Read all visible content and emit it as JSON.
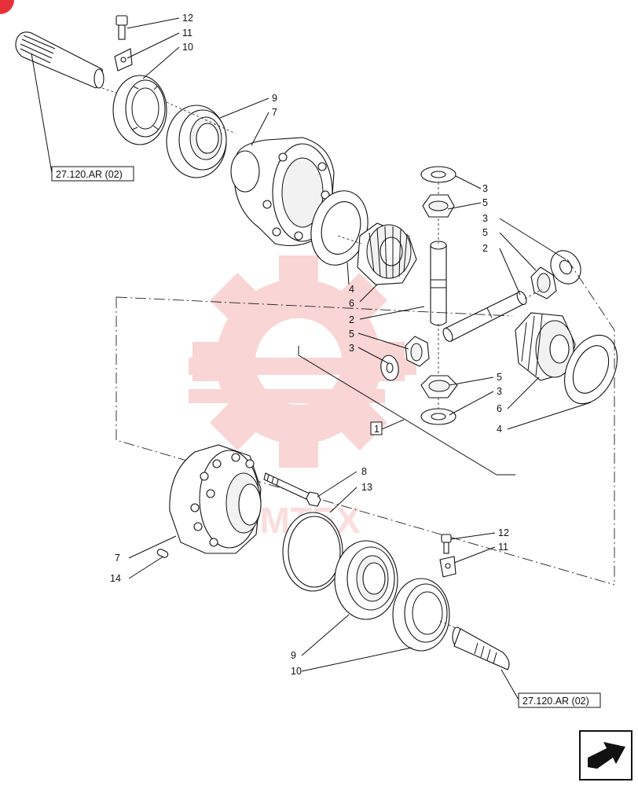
{
  "callouts": {
    "c12a": "12",
    "c11a": "11",
    "c10a": "10",
    "c9a": "9",
    "c7a": "7",
    "c3a": "3",
    "c5a": "5",
    "c3b": "3",
    "c5b": "5",
    "c2a": "2",
    "c4a": "4",
    "c6a": "6",
    "c2b": "2",
    "c5c": "5",
    "c3c": "3",
    "c5d": "5",
    "c3d": "3",
    "c6b": "6",
    "c4b": "4",
    "c8": "8",
    "c13": "13",
    "c7b": "7",
    "c14": "14",
    "c12b": "12",
    "c11b": "11",
    "c9b": "9",
    "c10b": "10"
  },
  "refs": {
    "top": "27.120.AR (02)",
    "bottom": "27.120.AR (02)",
    "group": "1"
  },
  "watermark": {
    "text": "SMTEX",
    "color": "#e8454a"
  },
  "icons": {
    "nav": "next-page-arrow-icon"
  }
}
